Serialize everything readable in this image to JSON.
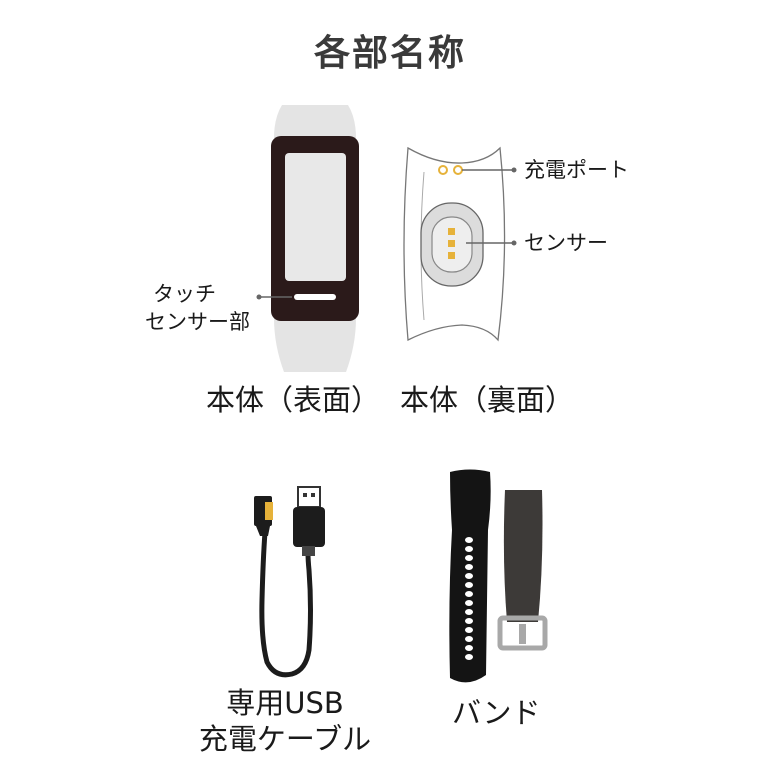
{
  "title": "各部名称",
  "front": {
    "touch_sensor_label_line1": "タッチ",
    "touch_sensor_label_line2": "センサー部",
    "caption": "本体（表面）"
  },
  "back": {
    "charge_port_label": "充電ポート",
    "sensor_label": "センサー",
    "caption": "本体（裏面）"
  },
  "cable": {
    "caption_line1": "専用USB",
    "caption_line2": "充電ケーブル"
  },
  "band": {
    "caption": "バンド"
  },
  "colors": {
    "band_light": "#e4e4e4",
    "device_body": "#2b1a1a",
    "screen": "#e8e8e8",
    "strap_dark": "#141414",
    "strap_gray": "#3d3a38",
    "buckle": "#a8a8a8",
    "pins": "#e6b23a",
    "leader_line": "#666666"
  }
}
